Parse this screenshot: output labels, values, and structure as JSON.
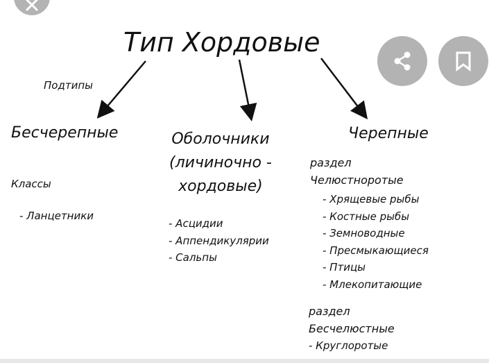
{
  "viewer": {
    "close_icon": "close-icon",
    "share_icon": "share-icon",
    "bookmark_icon": "bookmark-icon"
  },
  "diagram": {
    "title": "Тип Хордовые",
    "subtypes_label": "Подтипы",
    "col1": {
      "name": "Бесчерепные",
      "classes_label": "Классы",
      "items": [
        "- Ланцетники"
      ]
    },
    "col2": {
      "name_lines": [
        "Оболочники",
        "(личиночно -",
        "хордовые)"
      ],
      "items": [
        "- Асцидии",
        "- Аппендикулярии",
        "- Сальпы"
      ]
    },
    "col3": {
      "name": "Черепные",
      "section1_lines": [
        "раздел",
        "Челюстноротые"
      ],
      "section1_items": [
        "- Хрящевые рыбы",
        "- Костные рыбы",
        "- Земноводные",
        "- Пресмыкающиеся",
        "- Птицы",
        "- Млекопитающие"
      ],
      "section2_lines": [
        "раздел",
        "Бесчелюстные"
      ],
      "section2_items": [
        "- Круглоротые"
      ]
    }
  }
}
